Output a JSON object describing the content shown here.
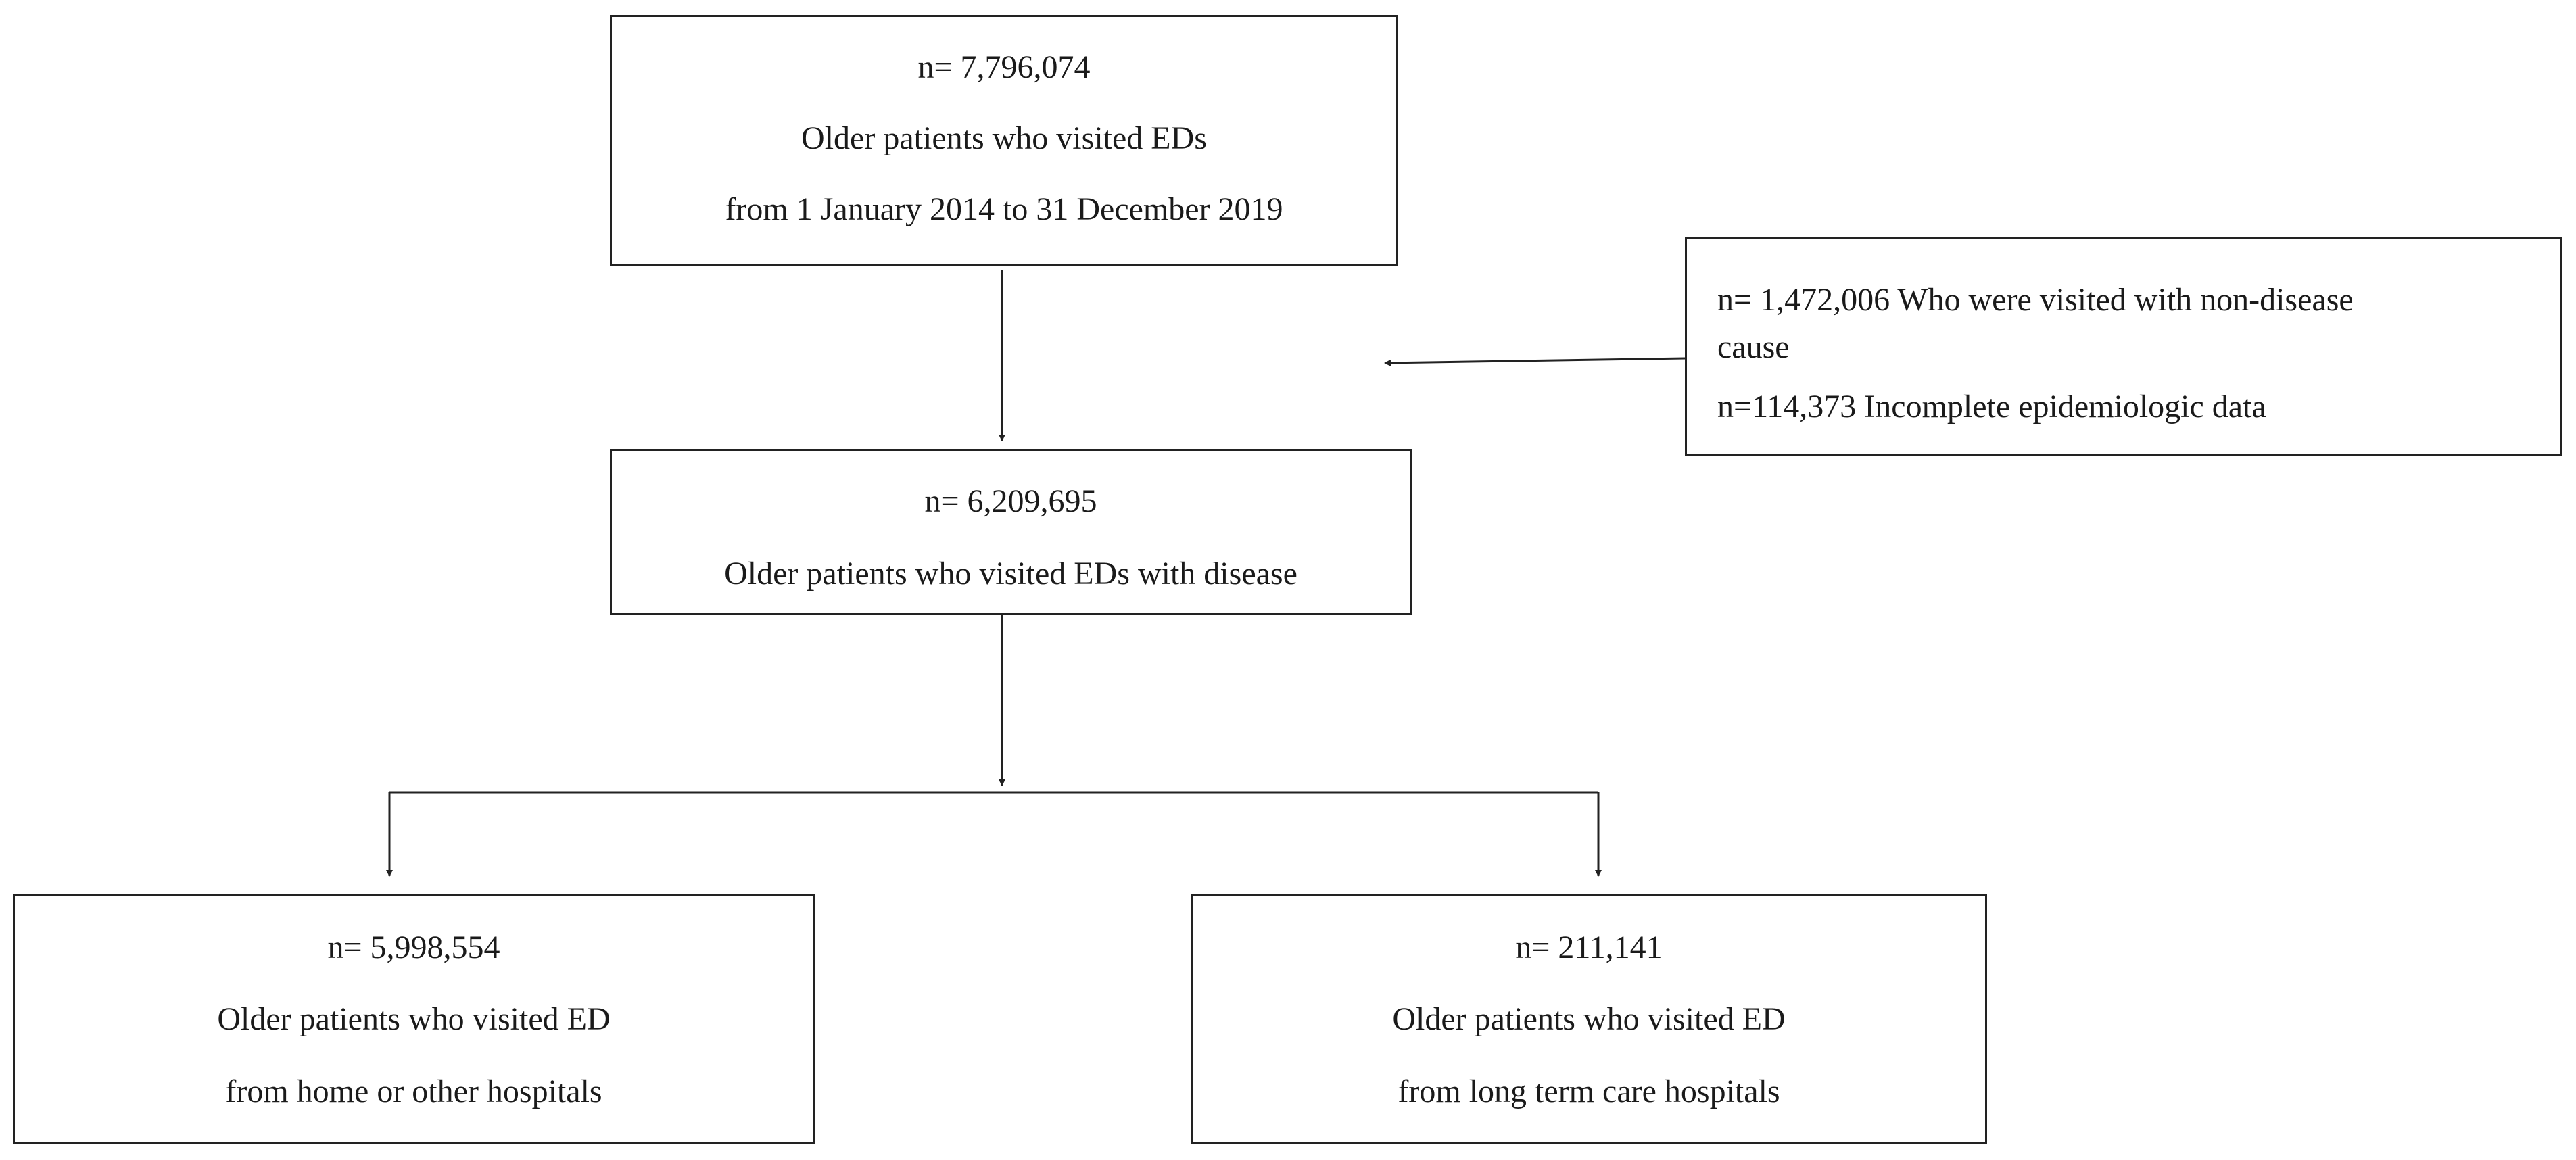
{
  "boxes": {
    "total": {
      "count": "n= 7,796,074",
      "line1": "Older patients who visited EDs",
      "line2": "from 1 January 2014  to 31 December 2019"
    },
    "excluded": {
      "line1": "n= 1,472,006 Who were visited with non-disease",
      "line2": "cause",
      "line3": "n=114,373 Incomplete epidemiologic data"
    },
    "disease": {
      "count": "n= 6,209,695",
      "line1": "Older patients who visited EDs with disease"
    },
    "home": {
      "count": "n= 5,998,554",
      "line1": "Older patients who visited ED",
      "line2": "from home or other hospitals"
    },
    "ltch": {
      "count": "n= 211,141",
      "line1": "Older patients who visited ED",
      "line2": "from long term care hospitals"
    }
  }
}
